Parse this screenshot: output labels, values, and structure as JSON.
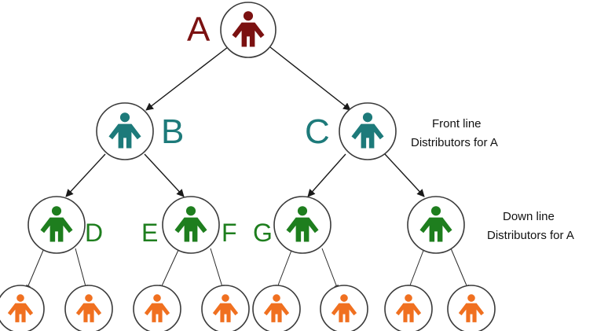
{
  "nodes": {
    "a": {
      "label": "A",
      "color": "#7b1111"
    },
    "b": {
      "label": "B",
      "color": "#1d7a7a"
    },
    "c": {
      "label": "C",
      "color": "#1d7a7a"
    },
    "d": {
      "label": "D",
      "color": "#1e7e1e"
    },
    "e": {
      "label": "E",
      "color": "#1e7e1e"
    },
    "f": {
      "label": "F",
      "color": "#1e7e1e"
    },
    "g": {
      "label": "G",
      "color": "#1e7e1e"
    },
    "level3_color": "#1e7e1e",
    "level4_color": "#f07020"
  },
  "annotations": {
    "front_line": [
      "Front line",
      "Distributors for A"
    ],
    "down_line": [
      "Down line",
      "Distributors for A"
    ]
  },
  "icon": "person-icon"
}
